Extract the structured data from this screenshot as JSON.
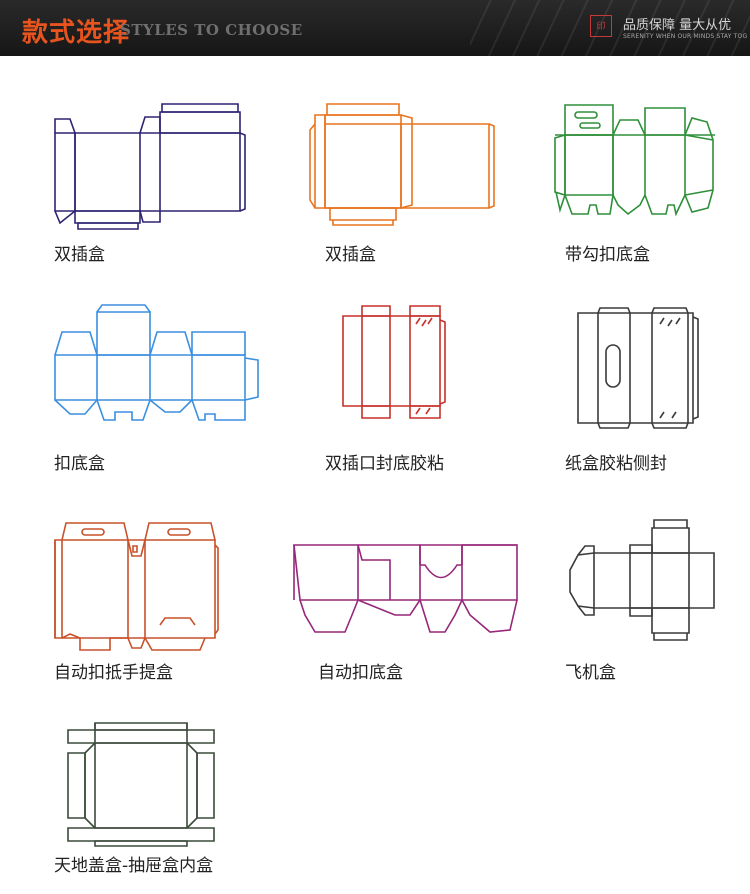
{
  "header": {
    "title_cn": "款式选择",
    "title_en": "STYLES TO CHOOSE",
    "slogan_cn": "品质保障 量大从优",
    "slogan_en": "SERENITY WHEN OUR MINDS STAY TOG",
    "logo_icon": "brand-seal-icon"
  },
  "styles": [
    {
      "label": "双插盒",
      "color": "#2d2472"
    },
    {
      "label": "双插盒",
      "color": "#e8741e"
    },
    {
      "label": "带勾扣底盒",
      "color": "#2f8f3a"
    },
    {
      "label": "扣底盒",
      "color": "#3b8fe0"
    },
    {
      "label": "双插口封底胶粘",
      "color": "#c7312b"
    },
    {
      "label": "纸盒胶粘侧封",
      "color": "#3a3a3a"
    },
    {
      "label": "自动扣抵手提盒",
      "color": "#c8512a"
    },
    {
      "label": "自动扣底盒",
      "color": "#96277a"
    },
    {
      "label": "飞机盒",
      "color": "#3a3a3a"
    },
    {
      "label": "天地盖盒-抽屉盒内盒",
      "color": "#3c4a3c"
    }
  ]
}
